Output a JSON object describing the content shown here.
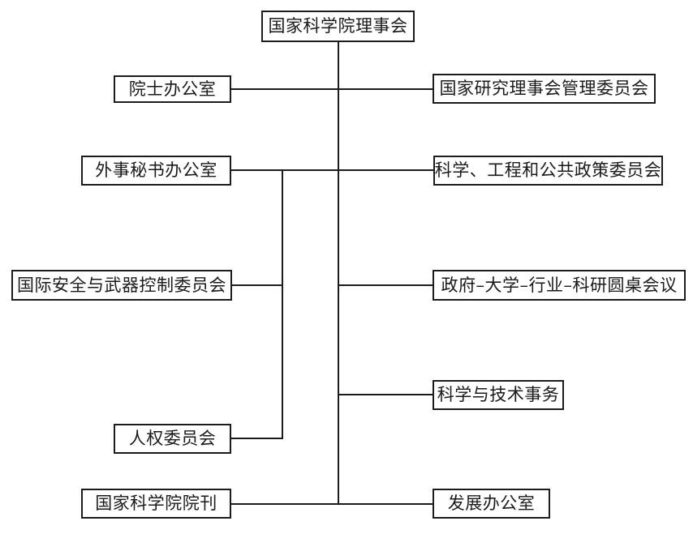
{
  "org_chart": {
    "root": {
      "label": "国家科学院理事会"
    },
    "left_nodes": [
      {
        "label": "院士办公室"
      },
      {
        "label": "外事秘书办公室"
      },
      {
        "label": "国际安全与武器控制委员会"
      },
      {
        "label": "人权委员会"
      },
      {
        "label": "国家科学院院刊"
      }
    ],
    "right_nodes": [
      {
        "label": "国家研究理事会管理委员会"
      },
      {
        "label": "科学、工程和公共政策委员会"
      },
      {
        "label": "政府–大学–行业–科研圆桌会议"
      },
      {
        "label": "科学与技术事务"
      },
      {
        "label": "发展办公室"
      }
    ],
    "colors": {
      "line": "#1c1c1c",
      "box_border": "#1c1c1c",
      "text": "#1a1a1a",
      "background": "#ffffff"
    }
  }
}
